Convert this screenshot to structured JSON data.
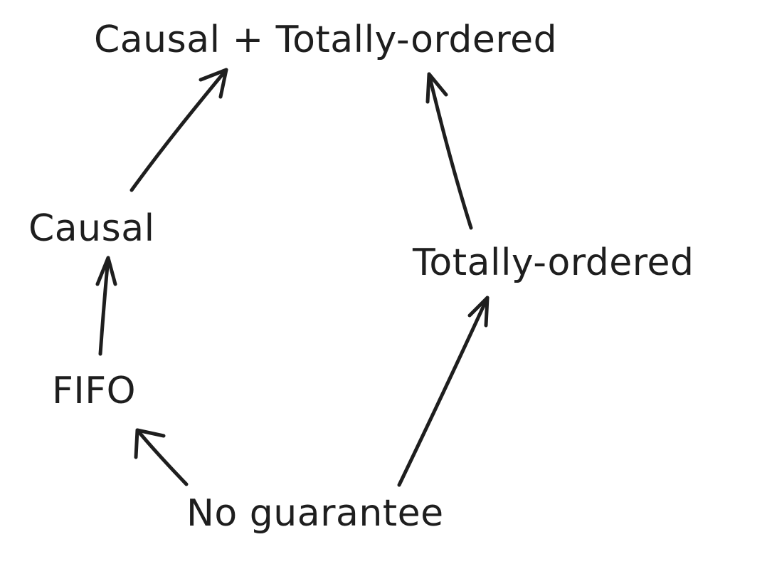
{
  "nodes": {
    "causal_total": "Causal + Totally-ordered",
    "causal": "Causal",
    "totally_ordered": "Totally-ordered",
    "fifo": "FIFO",
    "no_guarantee": "No guarantee"
  },
  "colors": {
    "ink": "#1e1e1e",
    "background": "#ffffff"
  }
}
